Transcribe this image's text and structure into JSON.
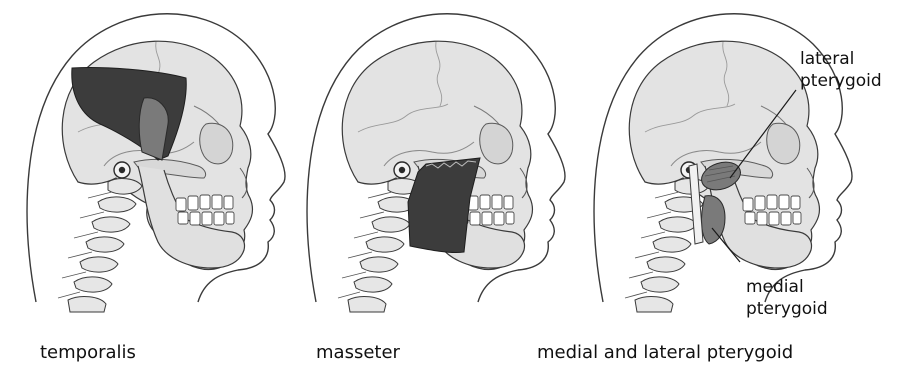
{
  "panels": [
    {
      "caption": "temporalis",
      "muscle": "temporalis"
    },
    {
      "caption": "masseter",
      "muscle": "masseter"
    },
    {
      "caption": "medial and lateral pterygoid",
      "muscle": "pterygoid"
    }
  ],
  "callouts": {
    "lateral": {
      "line1": "lateral",
      "line2": "pterygoid"
    },
    "medial": {
      "line1": "medial",
      "line2": "pterygoid"
    }
  },
  "colors": {
    "outline": "#3a3a3a",
    "skull_fill": "#e3e3e3",
    "temporalis": "#3c3c3c",
    "masseter": "#3c3c3c",
    "pterygoid": "#7a7a7a"
  }
}
